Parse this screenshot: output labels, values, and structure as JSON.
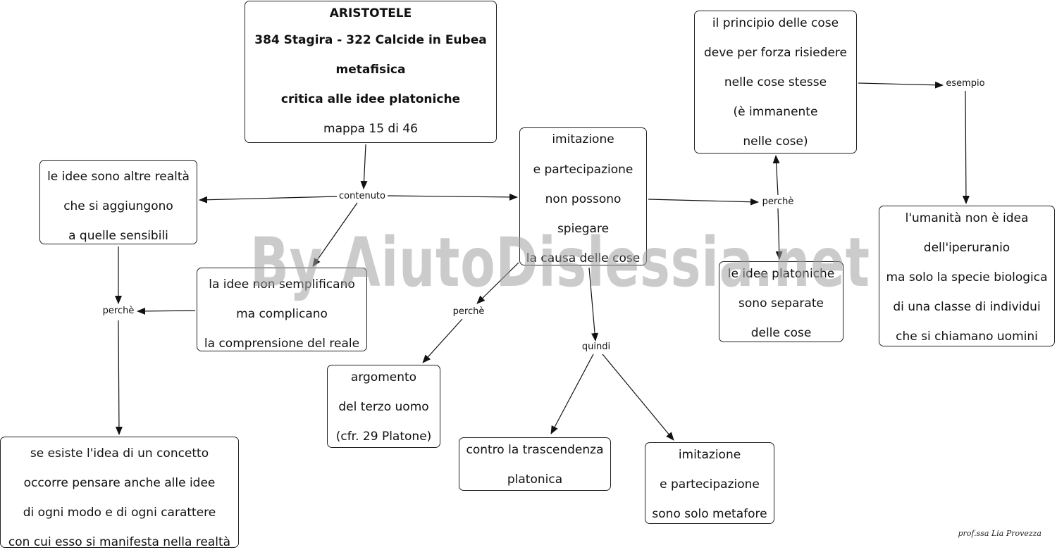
{
  "nodes": {
    "title": [
      "ARISTOTELE",
      "384 Stagira - 322 Calcide in Eubea",
      "metafisica",
      "critica alle idee platoniche"
    ],
    "title_subtitle": "mappa 15 di 46",
    "idee_realta": [
      "le idee sono altre realtà",
      "che si aggiungono",
      "a quelle sensibili"
    ],
    "non_semplificano": [
      "la idee non semplificano",
      "ma complicano",
      "la comprensione del reale"
    ],
    "concetto": [
      "se esiste l'idea di un concetto",
      "occorre pensare anche alle idee",
      "di ogni modo e di ogni carattere",
      "con cui esso si manifesta nella realtà"
    ],
    "imitazione_causa": [
      "imitazione",
      "e partecipazione",
      "non possono",
      "spiegare",
      "la causa delle cose"
    ],
    "terzo_uomo": [
      "argomento",
      "del terzo uomo",
      "(cfr. 29 Platone)"
    ],
    "trascendenza": [
      "contro la trascendenza",
      "platonica"
    ],
    "metafore": [
      "imitazione",
      "e partecipazione",
      "sono solo metafore"
    ],
    "principio": [
      "il principio  delle cose",
      "deve per forza risiedere",
      "nelle cose stesse",
      "(è immanente",
      "nelle cose)"
    ],
    "separate": [
      "le idee platoniche",
      "sono separate",
      "delle cose"
    ],
    "umanita": [
      "l'umanità non è idea",
      "dell'iperuranio",
      "ma solo la specie biologica",
      "di una classe di individui",
      "che si chiamano uomini"
    ]
  },
  "links": {
    "contenuto": "contenuto",
    "perche_left": "perchè",
    "perche_mid": "perchè",
    "quindi": "quindi",
    "perche_right": "perchè",
    "esempio": "esempio"
  },
  "watermark": "By AiutoDislessia.net",
  "signature": "prof.ssa Lia Provezza"
}
